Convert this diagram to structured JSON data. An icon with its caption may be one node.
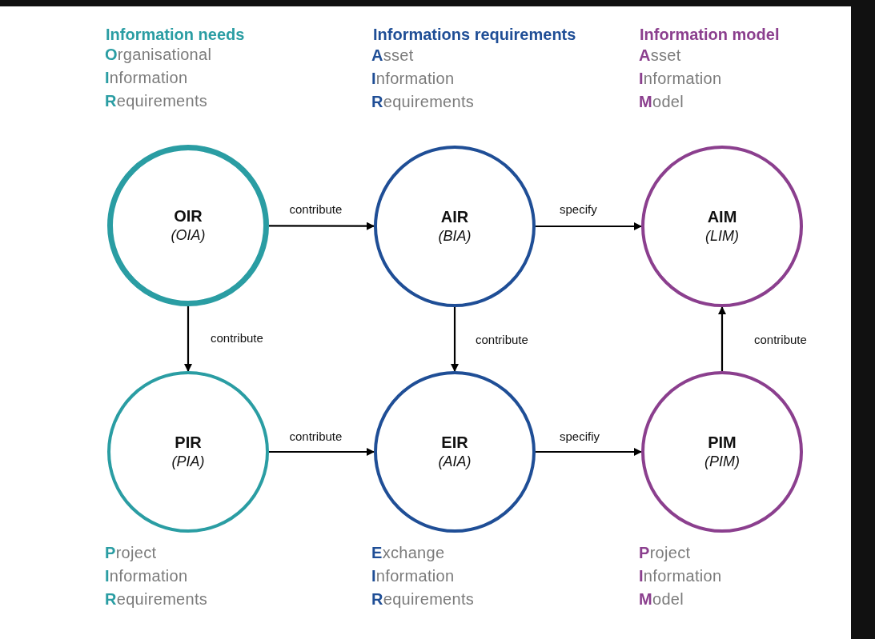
{
  "diagram": {
    "nodes": [
      {
        "text": [
          "OIR",
          "(OIA)"
        ],
        "beside": [
          "**O**rganisational **I**nformation **R**equirements"
        ]
      },
      {
        "text": [
          "AIR",
          "(BIA)"
        ],
        "beside": [
          "**A**sset **I**nformation **R**equirements"
        ]
      },
      {
        "text": [
          "AIM",
          "(LIM)"
        ],
        "beside": [
          "**A**sset **I**nformation **M**odel"
        ]
      },
      {
        "text": [
          "PIR",
          "(PIA)"
        ],
        "beside": [
          "**P**roject **I**nformation **R**equirements"
        ]
      },
      {
        "text": [
          "EIR",
          "(AIA)"
        ],
        "beside": [
          "**E**xchange **I**nformation **R**equirements"
        ]
      },
      {
        "text": [
          "PIM",
          "(PIM)"
        ],
        "beside": [
          "**P**roject **I**nformation **M**odel"
        ]
      }
    ],
    "edges": [
      {
        "from": 0,
        "to": 1,
        "arrow": "to",
        "label": "contribute"
      },
      {
        "from": 1,
        "to": 2,
        "arrow": "to",
        "label": "specify"
      },
      {
        "from": 0,
        "to": 3,
        "arrow": "to",
        "label": "contribute"
      },
      {
        "from": 1,
        "to": 4,
        "arrow": "to",
        "label": "contribute"
      },
      {
        "from": 5,
        "to": 2,
        "arrow": "to",
        "label": "contribute"
      },
      {
        "from": 3,
        "to": 4,
        "arrow": "to",
        "label": "contribute"
      },
      {
        "from": 4,
        "to": 5,
        "arrow": "to",
        "label": "specifiy"
      }
    ],
    "labels": [
      "Information needs",
      "Informations requirements",
      "Information model"
    ]
  }
}
